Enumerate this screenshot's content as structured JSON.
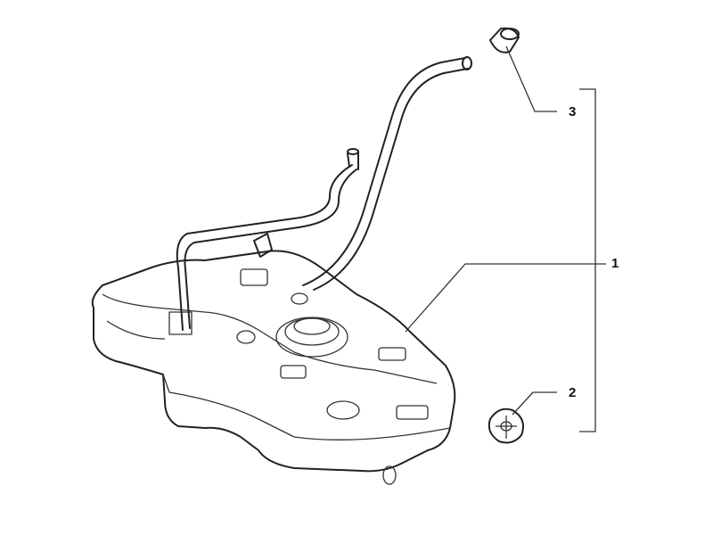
{
  "diagram": {
    "callouts": [
      {
        "number": "1",
        "part": "fuel-tank"
      },
      {
        "number": "2",
        "part": "ring-nut"
      },
      {
        "number": "3",
        "part": "plug"
      }
    ]
  }
}
